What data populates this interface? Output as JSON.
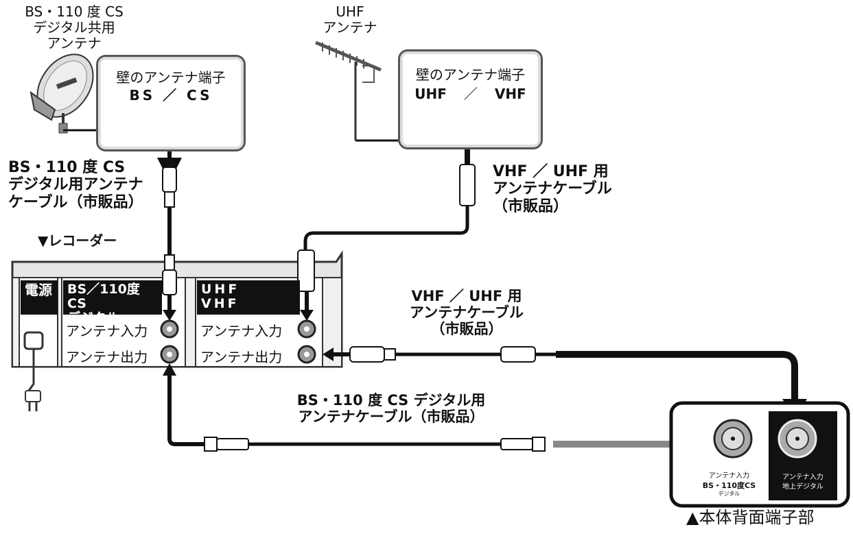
{
  "antennas": {
    "bs_cs": [
      "BS・110 度 CS",
      "デジタル共用",
      "アンテナ"
    ],
    "uhf": [
      "UHF",
      "アンテナ"
    ]
  },
  "wall_terminals": {
    "bs_cs": {
      "title": "壁のアンテナ端子",
      "sub": "BS ／ CS"
    },
    "uhf": {
      "title": "壁のアンテナ端子",
      "sub_left": "UHF",
      "sub_sep": "／",
      "sub_right": "VHF"
    }
  },
  "cables": {
    "bs_top": [
      "BS・110 度 CS",
      "デジタル用アンテナ",
      "ケーブル（市販品）"
    ],
    "vhf_top": [
      "VHF ／ UHF 用",
      "アンテナケーブル",
      "（市販品）"
    ],
    "vhf_mid": [
      "VHF ／ UHF 用",
      "アンテナケーブル",
      "（市販品）"
    ],
    "bs_bottom": [
      "BS・110 度 CS デジタル用",
      "アンテナケーブル（市販品）"
    ]
  },
  "recorder": {
    "caption": "▼レコーダー",
    "power_label": "電源",
    "bs_label": [
      "BS／110度CS",
      "デジタル"
    ],
    "uhf_label": [
      "UHF",
      "VHF"
    ],
    "input_label": "アンテナ入力",
    "output_label": "アンテナ出力"
  },
  "rear": {
    "caption": "▲本体背面端子部",
    "bs_input": [
      "アンテナ入力",
      "BS・110度CS",
      "デジタル"
    ],
    "terrestrial_input": [
      "アンテナ入力",
      "地上デジタル"
    ]
  }
}
